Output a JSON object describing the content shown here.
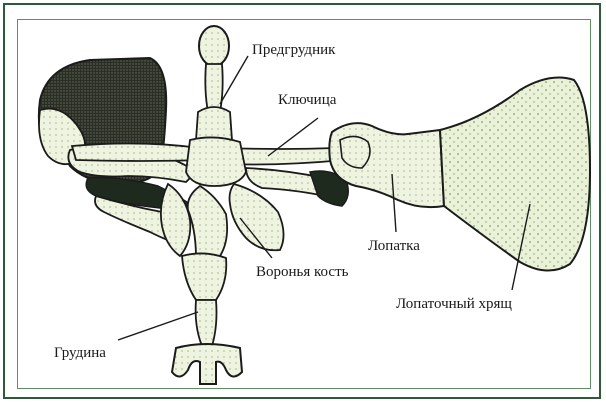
{
  "diagram": {
    "labels": {
      "episternum": "Предгрудник",
      "clavicle": "Ключица",
      "scapula": "Лопатка",
      "coracoid": "Воронья кость",
      "suprascapula": "Лопаточный хрящ",
      "sternum": "Грудина"
    },
    "colors": {
      "frame_outer": "#2f5a3a",
      "frame_inner": "#5f8f62",
      "cartilage_fill": "#e9f1d6",
      "dark_bone": "#1f2a1f",
      "outline": "#1b1b1b"
    }
  }
}
